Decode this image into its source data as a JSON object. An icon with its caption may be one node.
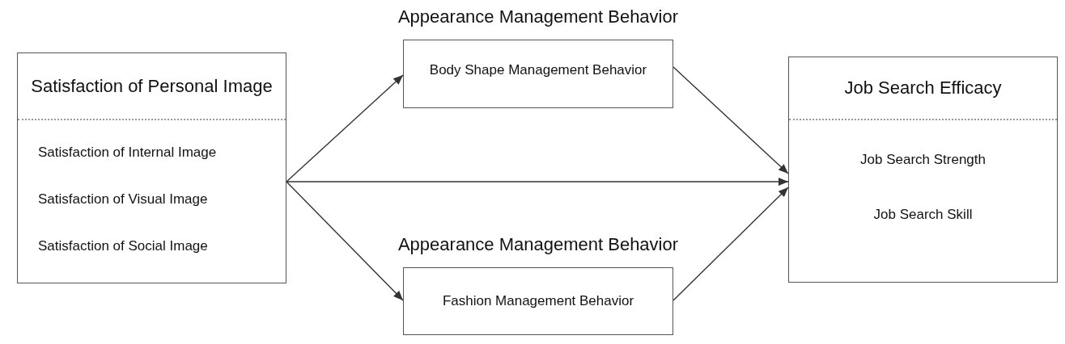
{
  "diagram": {
    "nodes": [
      {
        "text": [
          "Satisfaction of Personal Image",
          "Satisfaction of Internal Image",
          "Satisfaction of Visual Image",
          "Satisfaction of Social Image"
        ]
      },
      {
        "text": [
          "Appearance Management Behavior",
          "Body Shape Management Behavior"
        ]
      },
      {
        "text": [
          "Appearance Management Behavior",
          "Fashion Management Behavior"
        ]
      },
      {
        "text": [
          "Job Search Efficacy",
          "Job Search Strength",
          "Job Search Skill"
        ]
      }
    ],
    "edges": [
      {
        "from": 0,
        "to": 1,
        "arrow": "to"
      },
      {
        "from": 0,
        "to": 3,
        "arrow": "to"
      },
      {
        "from": 0,
        "to": 2,
        "arrow": "to"
      },
      {
        "from": 1,
        "to": 3,
        "arrow": "to"
      },
      {
        "from": 2,
        "to": 3,
        "arrow": "to"
      }
    ]
  }
}
